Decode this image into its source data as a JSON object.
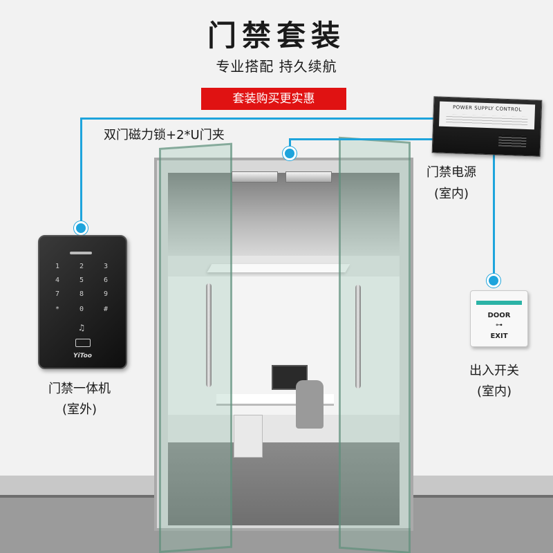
{
  "header": {
    "title": "门禁套装",
    "subtitle": "专业搭配 持久续航",
    "promo": "套装购买更实惠"
  },
  "labels": {
    "maglock": "双门磁力锁+2*U门夹",
    "power_name": "门禁电源",
    "power_location": "(室内)",
    "keypad_name": "门禁一体机",
    "keypad_location": "(室外)",
    "exit_name": "出入开关",
    "exit_location": "(室内)"
  },
  "keypad": {
    "keys": [
      "1",
      "2",
      "3",
      "4",
      "5",
      "6",
      "7",
      "8",
      "9",
      "*",
      "0",
      "#"
    ],
    "brand": "YiToo"
  },
  "power_supply": {
    "title": "POWER SUPPLY CONTROL"
  },
  "exit_switch": {
    "line1": "DOOR",
    "key_symbol": "⊶",
    "line2": "EXIT"
  },
  "colors": {
    "connector": "#1ea4dc",
    "promo_bg": "#e01212",
    "exit_accent": "#2bb3a6"
  }
}
